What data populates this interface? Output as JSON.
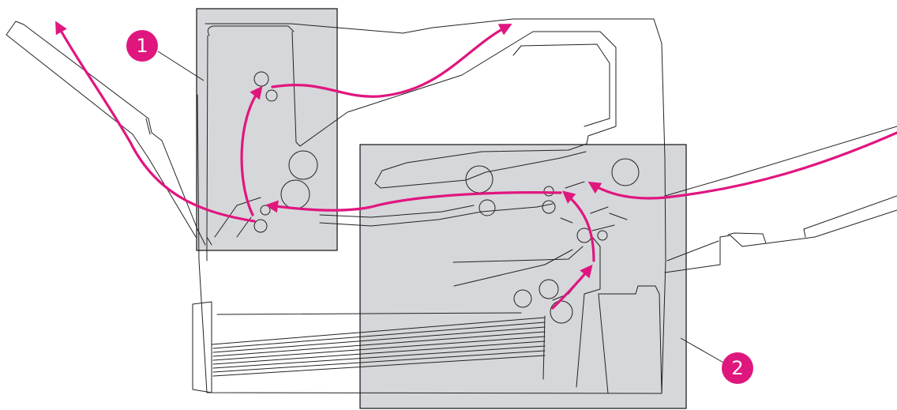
{
  "diagram": {
    "colors": {
      "paper_path": "#e0167f",
      "callout": "#e0167f",
      "panel_fill": "#d6d7da",
      "line": "#222222"
    },
    "callouts": [
      {
        "id": "1",
        "label": "1"
      },
      {
        "id": "2",
        "label": "2"
      }
    ]
  }
}
